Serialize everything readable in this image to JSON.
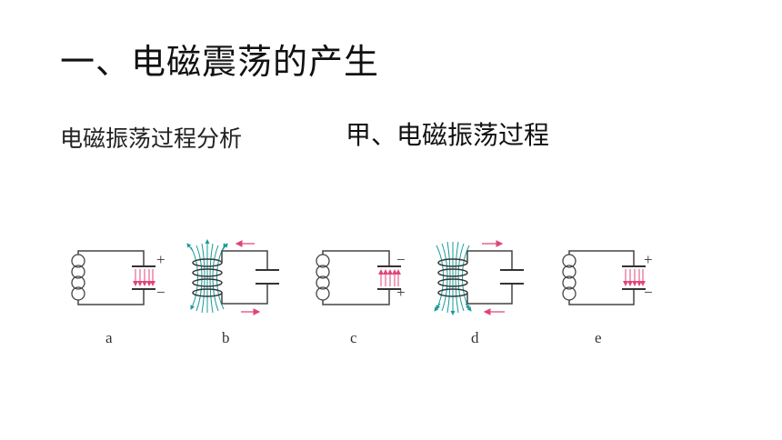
{
  "slide": {
    "title": "一、电磁震荡的产生",
    "subtitle_left": "电磁振荡过程分析",
    "subtitle_right": "甲、电磁振荡过程"
  },
  "figure": {
    "stages": [
      {
        "label": "a",
        "top_sign": "+",
        "bottom_sign": "−"
      },
      {
        "label": "b",
        "top_sign": "",
        "bottom_sign": ""
      },
      {
        "label": "c",
        "top_sign": "−",
        "bottom_sign": "+"
      },
      {
        "label": "d",
        "top_sign": "",
        "bottom_sign": ""
      },
      {
        "label": "e",
        "top_sign": "+",
        "bottom_sign": "−"
      }
    ],
    "colors": {
      "wire": "#444444",
      "electric_field": "#e0457a",
      "magnetic_field": "#1a9a9a",
      "current_arrow": "#e0457a"
    }
  }
}
